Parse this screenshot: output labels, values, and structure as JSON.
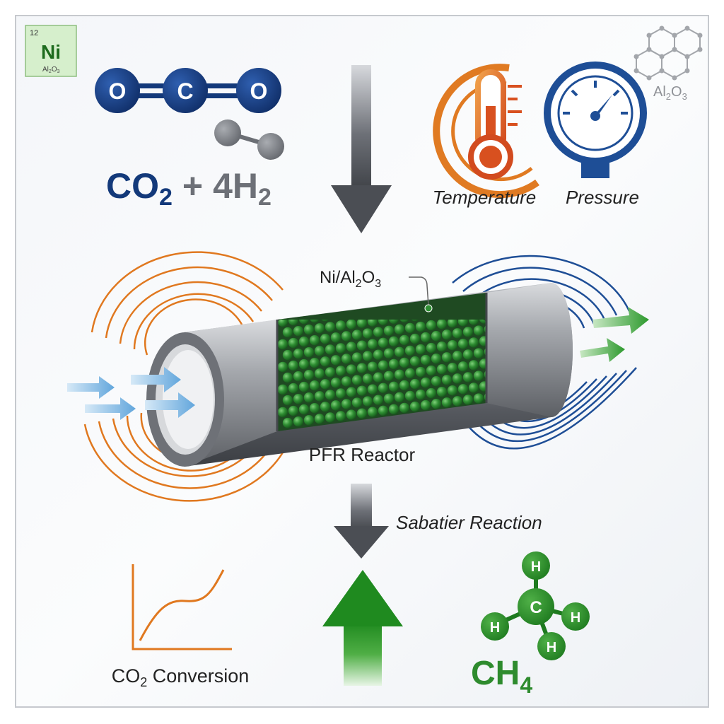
{
  "element_tile": {
    "number": "12",
    "symbol": "Ni",
    "support": "Al",
    "support_sub1": "2",
    "support_mid": "O",
    "support_sub2": "3"
  },
  "co2_molecule": {
    "atom_left": "O",
    "atom_center": "C",
    "atom_right": "O"
  },
  "reactants": {
    "co2_main": "CO",
    "co2_sub": "2",
    "plus": "+",
    "h2_main": "4H",
    "h2_sub": "2"
  },
  "conditions": {
    "temperature_label": "Temperature",
    "pressure_label": "Pressure"
  },
  "support_structure": {
    "label_main": "Al",
    "label_sub1": "2",
    "label_mid": "O",
    "label_sub2": "3"
  },
  "catalyst_label": {
    "main": "Ni/Al",
    "sub1": "2",
    "mid": "O",
    "sub2": "3"
  },
  "reactor_label": "PFR Reactor",
  "reaction_label": "Sabatier Reaction",
  "conversion_label": {
    "prefix": "CO",
    "sub": "2",
    "suffix": " Conversion"
  },
  "methane_molecule": {
    "center": "C",
    "h1": "H",
    "h2": "H",
    "h3": "H",
    "h4": "H"
  },
  "product_formula": {
    "main": "CH",
    "sub": "4"
  },
  "colors": {
    "navy": "#13397a",
    "orange": "#e0781f",
    "green": "#2e8b2e",
    "gray": "#5a5d63",
    "light_blue": "#7fb6e2",
    "blue_ring": "#1e4e96"
  }
}
